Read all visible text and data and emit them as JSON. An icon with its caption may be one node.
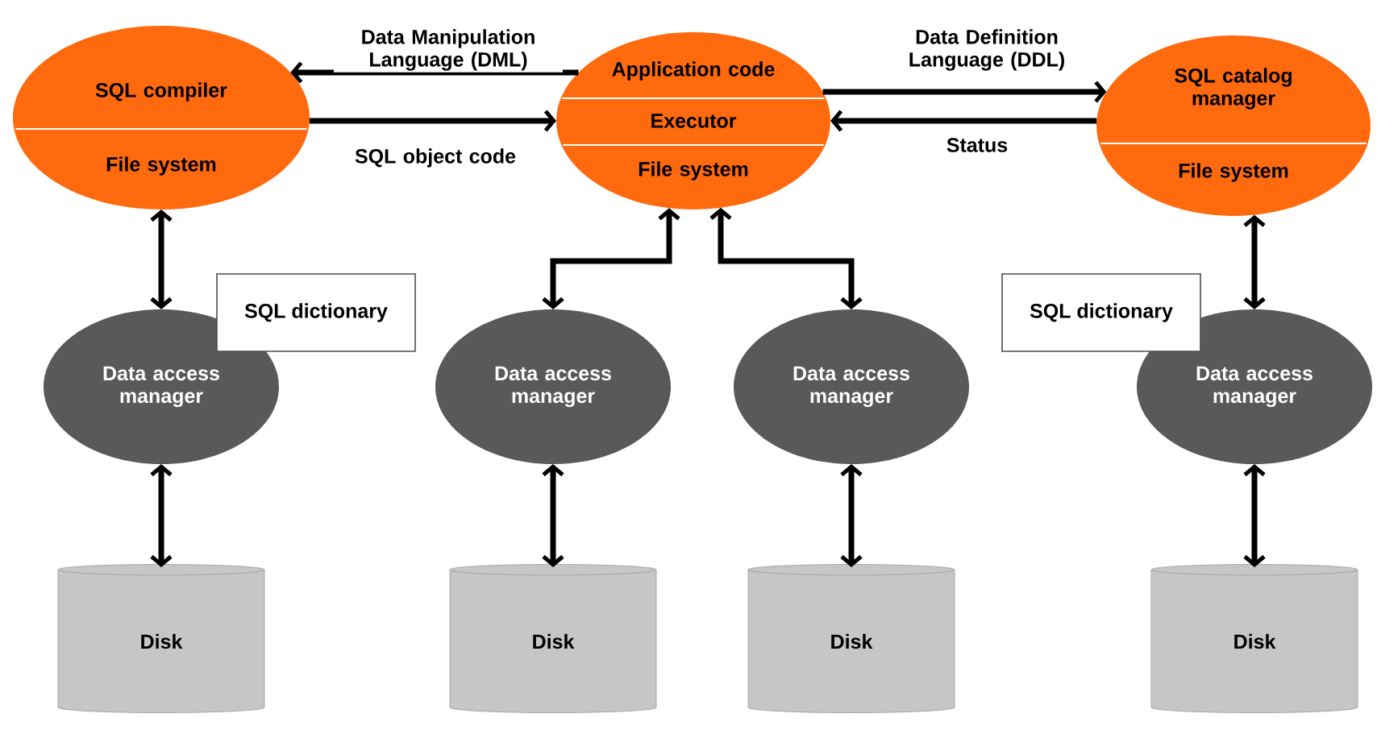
{
  "diagram": {
    "nodes": [
      {
        "text": [
          "SQL compiler",
          "File system"
        ]
      },
      {
        "text": [
          "Application code",
          "Executor",
          "File system"
        ]
      },
      {
        "text": [
          "SQL catalog manager",
          "File system"
        ]
      },
      {
        "text": [
          "Data access manager"
        ]
      },
      {
        "text": [
          "SQL dictionary"
        ]
      },
      {
        "text": [
          "Data access manager"
        ]
      },
      {
        "text": [
          "Data access manager"
        ]
      },
      {
        "text": [
          "SQL dictionary"
        ]
      },
      {
        "text": [
          "Data access manager"
        ]
      },
      {
        "text": [
          "Disk"
        ]
      },
      {
        "text": [
          "Disk"
        ]
      },
      {
        "text": [
          "Disk"
        ]
      },
      {
        "text": [
          "Disk"
        ]
      }
    ],
    "edges": [
      {
        "from": 1,
        "to": 0,
        "arrow": "to",
        "label": "Data Manipulation Language (DML)"
      },
      {
        "from": 0,
        "to": 1,
        "arrow": "to",
        "label": "SQL object code"
      },
      {
        "from": 1,
        "to": 2,
        "arrow": "to",
        "label": "Data Definition Language (DDL)"
      },
      {
        "from": 2,
        "to": 1,
        "arrow": "to",
        "label": "Status"
      },
      {
        "from": 0,
        "to": 3,
        "arrow": "both"
      },
      {
        "from": 1,
        "to": 5,
        "arrow": "both"
      },
      {
        "from": 1,
        "to": 6,
        "arrow": "both"
      },
      {
        "from": 2,
        "to": 8,
        "arrow": "both"
      },
      {
        "from": 3,
        "to": 9,
        "arrow": "both"
      },
      {
        "from": 5,
        "to": 10,
        "arrow": "both"
      },
      {
        "from": 6,
        "to": 11,
        "arrow": "both"
      },
      {
        "from": 8,
        "to": 12,
        "arrow": "both"
      }
    ]
  }
}
